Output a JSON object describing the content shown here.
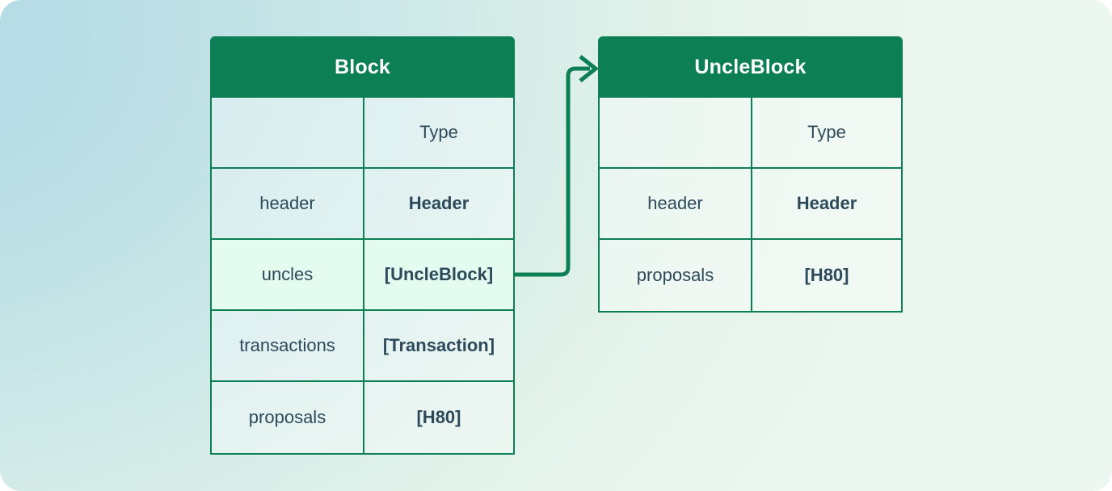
{
  "background": {
    "gradient_from": "#b3dae4",
    "gradient_to": "#ecf7ef"
  },
  "theme": {
    "accent": "#0d7f54",
    "header_text": "#ffffff",
    "body_text": "#2d4a5b",
    "cell_fill": "rgba(255,255,255,0.38)",
    "highlight_fill": "#e4fbef"
  },
  "diagram": {
    "type": "entity-relationship",
    "entities": [
      {
        "id": "block",
        "title": "Block",
        "columns": [
          "",
          "Type"
        ],
        "rows": [
          {
            "name": "",
            "type": "Type",
            "is_column_header": true,
            "highlight": false
          },
          {
            "name": "header",
            "type": "Header",
            "is_column_header": false,
            "highlight": false
          },
          {
            "name": "uncles",
            "type": "[UncleBlock]",
            "is_column_header": false,
            "highlight": true
          },
          {
            "name": "transactions",
            "type": "[Transaction]",
            "is_column_header": false,
            "highlight": false
          },
          {
            "name": "proposals",
            "type": "[H80]",
            "is_column_header": false,
            "highlight": false
          }
        ]
      },
      {
        "id": "uncleblock",
        "title": "UncleBlock",
        "columns": [
          "",
          "Type"
        ],
        "rows": [
          {
            "name": "",
            "type": "Type",
            "is_column_header": true,
            "highlight": false
          },
          {
            "name": "header",
            "type": "Header",
            "is_column_header": false,
            "highlight": false
          },
          {
            "name": "proposals",
            "type": "[H80]",
            "is_column_header": false,
            "highlight": false
          }
        ]
      }
    ],
    "connections": [
      {
        "id": "uncles-to-uncleblock",
        "from_entity": "block",
        "from_field": "uncles",
        "to_entity": "uncleblock",
        "to_field": "UncleBlock",
        "arrow": "single-head",
        "color": "#0d7f54"
      }
    ]
  }
}
